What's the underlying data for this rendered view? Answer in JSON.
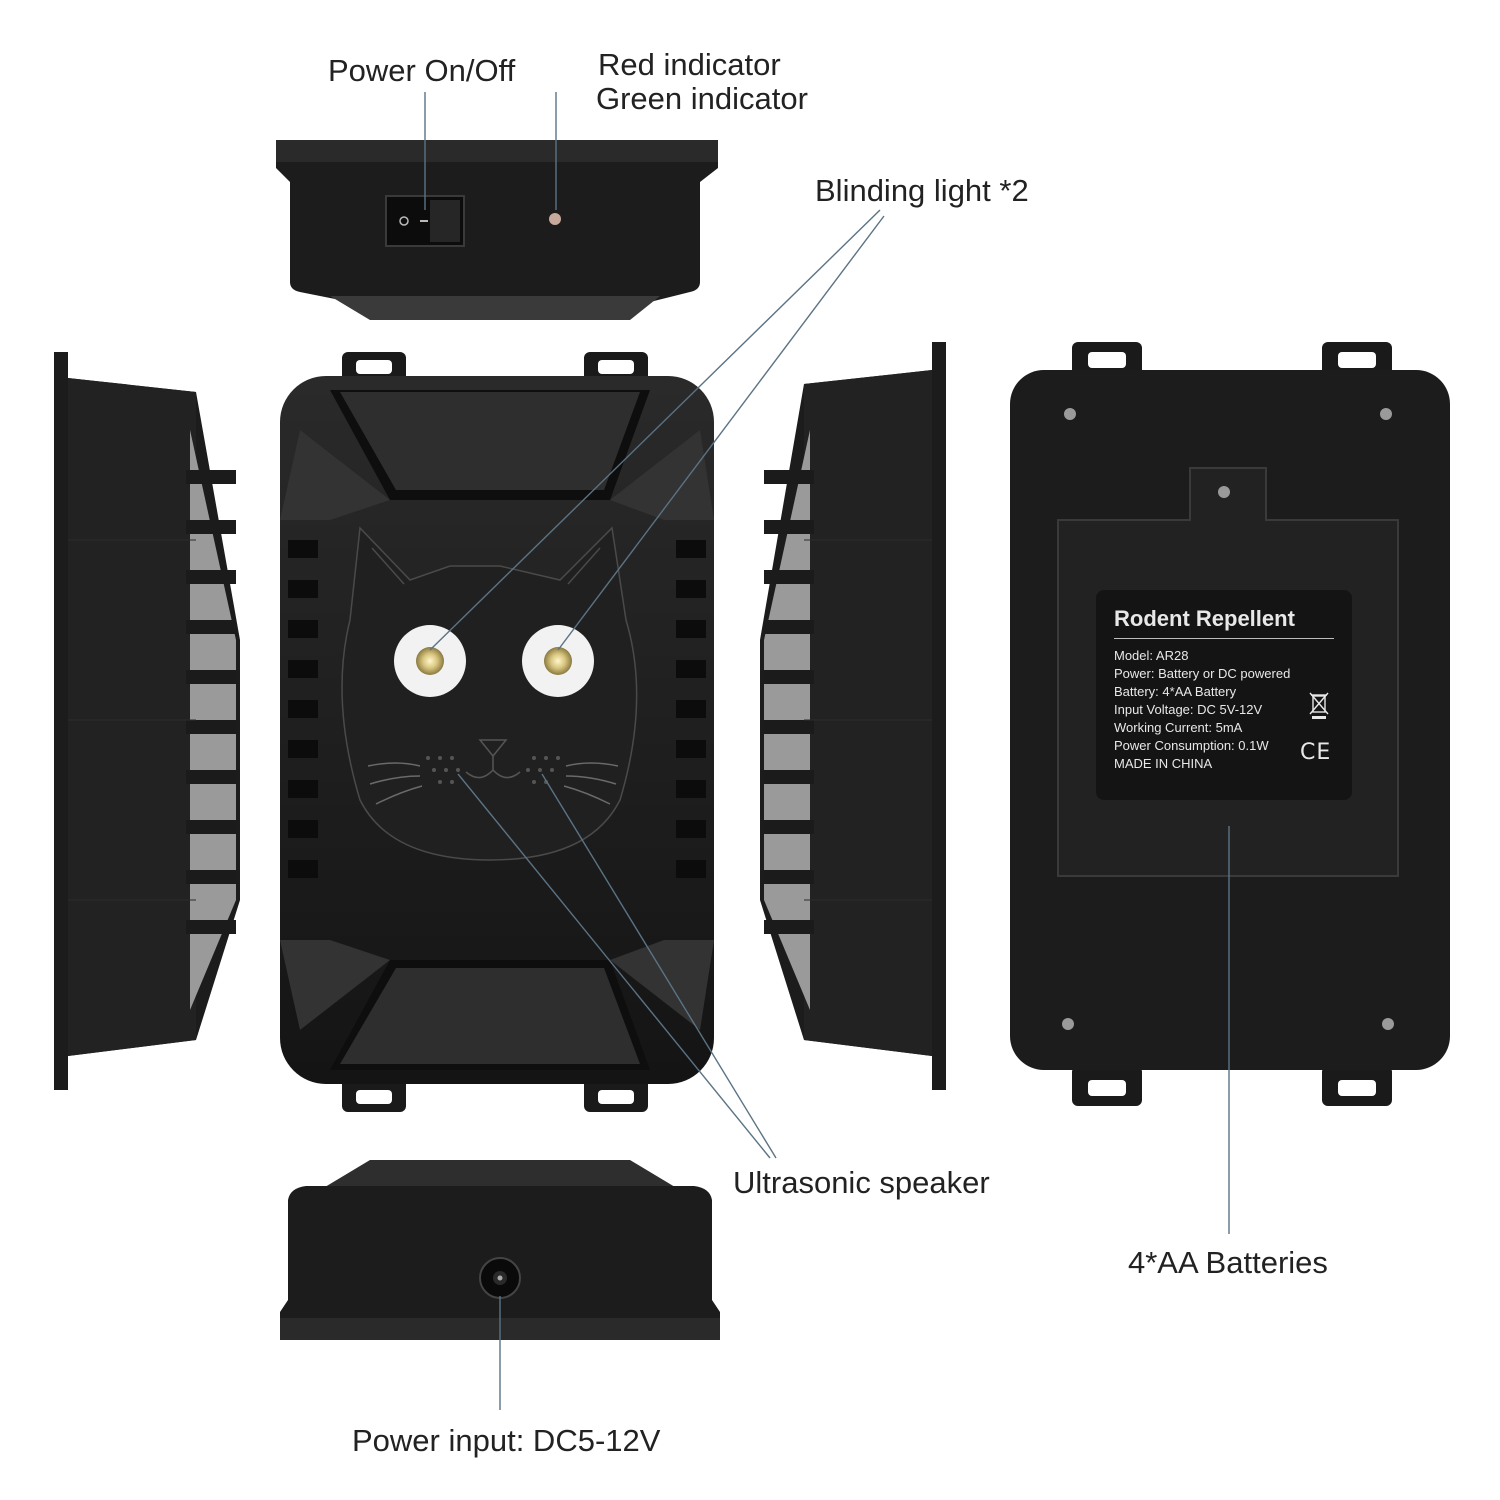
{
  "callouts": {
    "power_switch": "Power On/Off",
    "red_indicator": "Red indicator",
    "green_indicator": "Green indicator",
    "blinding_light": "Blinding light *2",
    "ultrasonic_speaker": "Ultrasonic speaker",
    "batteries": "4*AA Batteries",
    "power_input": "Power input: DC5-12V"
  },
  "label": {
    "title": "Rodent Repellent",
    "lines": [
      "Model: AR28",
      "Power: Battery or DC powered",
      "Battery: 4*AA Battery",
      "Input Voltage: DC 5V-12V",
      "Working Current: 5mA",
      "Power Consumption: 0.1W",
      "MADE IN CHINA"
    ],
    "ce_mark": "CE"
  },
  "colors": {
    "body": "#1e1e1e",
    "body_dark": "#111111",
    "highlight": "#3a3a3a",
    "leader": "#5b7384",
    "label_bg": "#141414",
    "label_text": "#e8e8e8"
  }
}
